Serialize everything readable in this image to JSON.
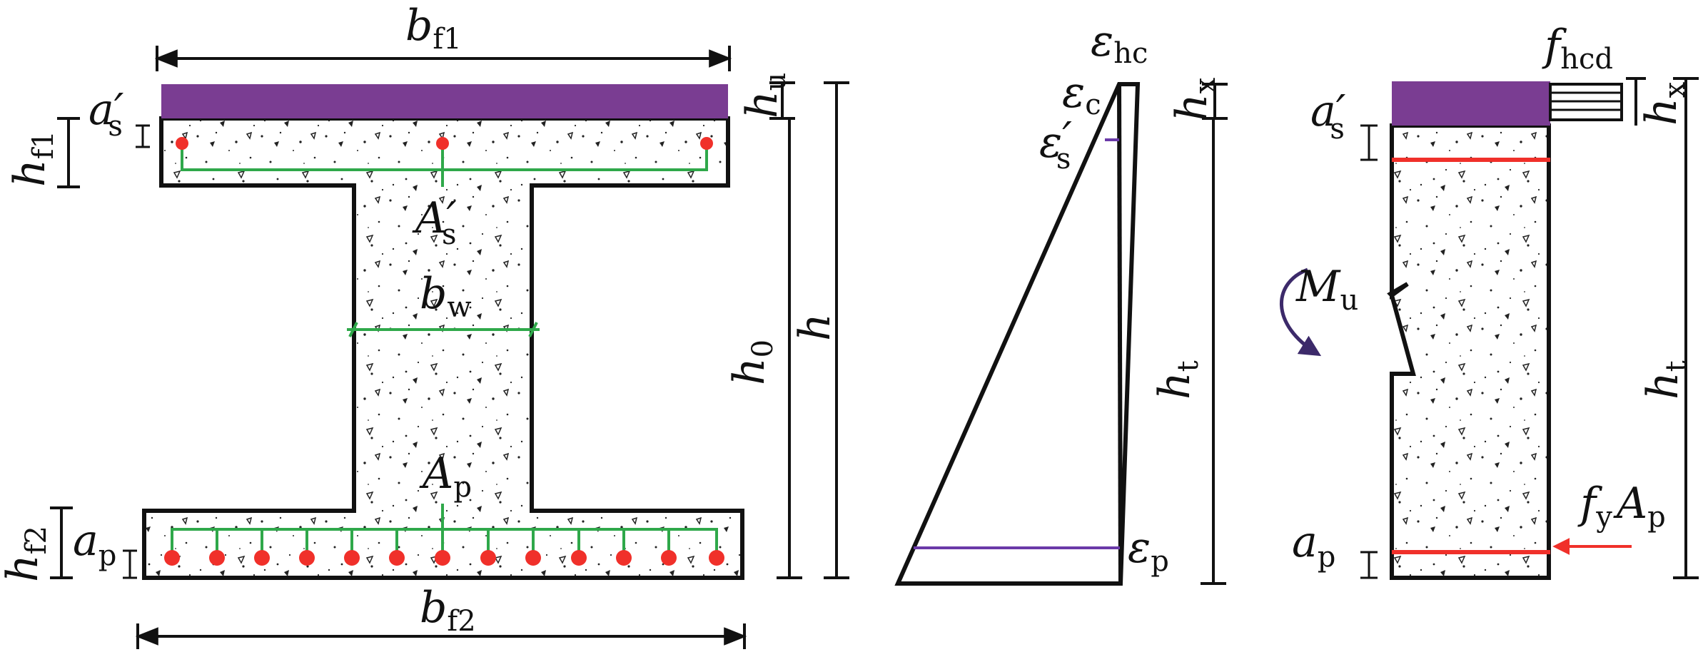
{
  "colors": {
    "frp_layer": "#7a3d92",
    "rebar": "#f0302a",
    "stirrup": "#2fa84a",
    "outline": "#111111",
    "moment_arrow": "#3c2a6a",
    "strain_line": "#6a3aa8"
  },
  "section": {
    "b_f1": {
      "main": "b",
      "sub": "f1"
    },
    "b_f2": {
      "main": "b",
      "sub": "f2"
    },
    "h_u": {
      "main": "h",
      "sub": "u"
    },
    "h_f1": {
      "main": "h",
      "sub": "f1"
    },
    "h_f2": {
      "main": "h",
      "sub": "f2"
    },
    "a_s_prime": {
      "main": "a",
      "prime": "′",
      "sub": "s"
    },
    "a_p": {
      "main": "a",
      "sub": "p"
    },
    "A_s_prime": {
      "main": "A",
      "prime": "′",
      "sub": "s"
    },
    "b_w": {
      "main": "b",
      "sub": "w"
    },
    "A_p": {
      "main": "A",
      "sub": "p"
    },
    "h_0": {
      "main": "h",
      "sub": "0"
    },
    "h": {
      "main": "h"
    }
  },
  "strain": {
    "eps_hc": {
      "main": "ε",
      "sub": "hc"
    },
    "eps_c": {
      "main": "ε",
      "sub": "c"
    },
    "eps_s_prime": {
      "main": "ε",
      "prime": "′",
      "sub": "s"
    },
    "eps_p": {
      "main": "ε",
      "sub": "p"
    },
    "h_x": {
      "main": "h",
      "sub": "x"
    },
    "h_t": {
      "main": "h",
      "sub": "t"
    }
  },
  "stress": {
    "f_hcd": {
      "main": "f",
      "sub": "hcd"
    },
    "h_x": {
      "main": "h",
      "sub": "x"
    },
    "a_s_prime": {
      "main": "a",
      "prime": "′",
      "sub": "s"
    },
    "M_u": {
      "main": "M",
      "sub": "u"
    },
    "h_t": {
      "main": "h",
      "sub": "t"
    },
    "f_y": {
      "main": "f",
      "sub": "y"
    },
    "A_p": {
      "main": "A",
      "sub": "p"
    },
    "a_p": {
      "main": "a",
      "sub": "p"
    }
  }
}
